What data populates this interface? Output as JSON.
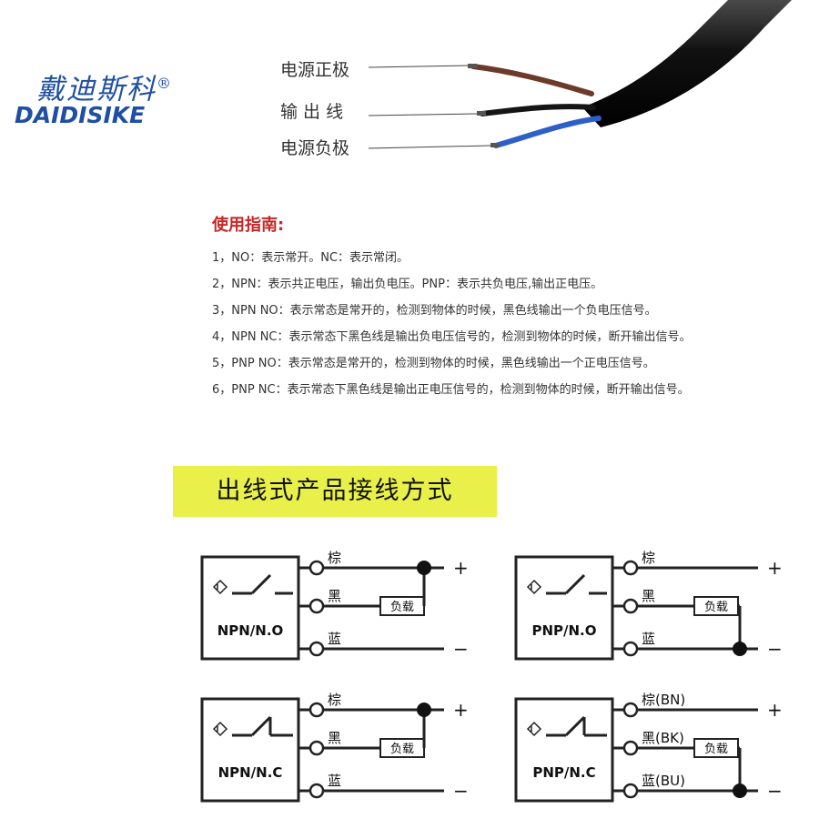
{
  "logo": {
    "cn": "戴迪斯科",
    "reg": "®",
    "en": "DAIDISIKE"
  },
  "wire_labels": [
    "电源正极",
    "输 出 线",
    "电源负极"
  ],
  "guide": {
    "title": "使用指南:",
    "items": [
      "1，NO：表示常开。NC：表示常闭。",
      "2，NPN：表示共正电压，输出负电压。PNP：表示共负电压,输出正电压。",
      "3，NPN NO：表示常态是常开的，检测到物体的时候，黑色线输出一个负电压信号。",
      "4，NPN NC：表示常态下黑色线是输出负电压信号的，检测到物体的时候，断开输出信号。",
      "5，PNP NO：表示常态是常开的，检测到物体的时候，黑色线输出一个正电压信号。",
      "6，PNP NC：表示常态下黑色线是输出正电压信号的，检测到物体的时候，断开输出信号。"
    ]
  },
  "banner": "出线式产品接线方式",
  "diagrams": [
    {
      "type": "NPN/N.O",
      "wires": [
        "棕",
        "黑",
        "蓝"
      ],
      "load": "负载",
      "plus": "+",
      "minus": "−"
    },
    {
      "type": "PNP/N.O",
      "wires": [
        "棕",
        "黑",
        "蓝"
      ],
      "load": "负载",
      "plus": "+",
      "minus": "−"
    },
    {
      "type": "NPN/N.C",
      "wires": [
        "棕",
        "黑",
        "蓝"
      ],
      "load": "负载",
      "plus": "+",
      "minus": "−"
    },
    {
      "type": "PNP/N.C",
      "wires": [
        "棕(BN)",
        "黑(BK)",
        "蓝(BU)"
      ],
      "load": "负载",
      "plus": "+",
      "minus": "−"
    }
  ]
}
